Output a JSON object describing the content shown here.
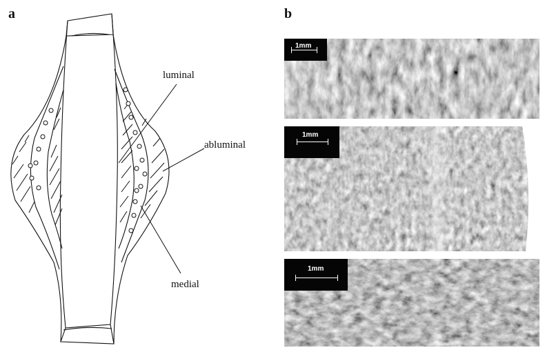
{
  "figure": {
    "panel_a": {
      "letter": "a",
      "labels": {
        "luminal": "luminal",
        "abluminal": "abluminal",
        "medial": "medial"
      }
    },
    "panel_b": {
      "letter": "b",
      "images": [
        {
          "scale_text": "1mm"
        },
        {
          "scale_text": "1mm"
        },
        {
          "scale_text": "1mm"
        }
      ]
    }
  }
}
